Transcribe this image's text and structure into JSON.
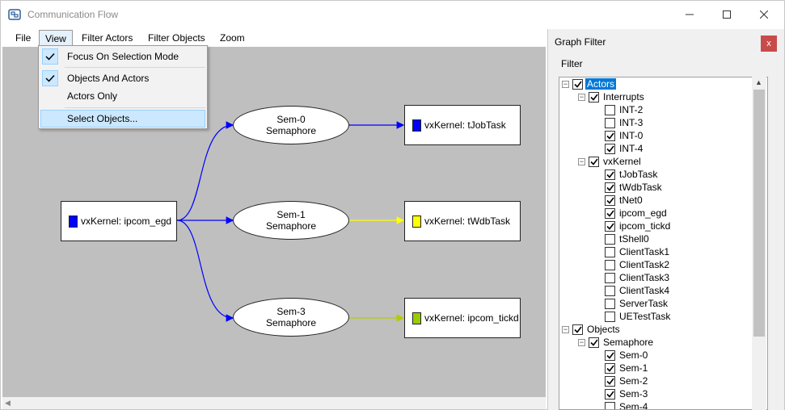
{
  "window": {
    "title": "Communication Flow"
  },
  "menu": {
    "items": [
      {
        "label": "File"
      },
      {
        "label": "View"
      },
      {
        "label": "Filter Actors"
      },
      {
        "label": "Filter Objects"
      },
      {
        "label": "Zoom"
      }
    ]
  },
  "view_menu": {
    "items": [
      {
        "label": "Focus On Selection Mode",
        "checked": true
      },
      {
        "label": "Objects And Actors",
        "checked": true
      },
      {
        "label": "Actors Only",
        "checked": false
      },
      {
        "label": "Select Objects...",
        "checked": false,
        "highlighted": true
      }
    ]
  },
  "graph": {
    "source": {
      "label": "vxKernel: ipcom_egd",
      "color": "#0000ff"
    },
    "objects": [
      {
        "name": "Sem-0",
        "type": "Semaphore"
      },
      {
        "name": "Sem-1",
        "type": "Semaphore"
      },
      {
        "name": "Sem-3",
        "type": "Semaphore"
      }
    ],
    "targets": [
      {
        "label": "vxKernel: tJobTask",
        "color": "#0000ff"
      },
      {
        "label": "vxKernel: tWdbTask",
        "color": "#ffff00"
      },
      {
        "label": "vxKernel: ipcom_tickd",
        "color": "#99cc00"
      }
    ],
    "edge_colors": [
      "#0000ff",
      "#ffff00",
      "#b3cc00"
    ]
  },
  "panel": {
    "title": "Graph Filter",
    "close_label": "x",
    "filter_label": "Filter"
  },
  "tree": [
    {
      "label": "Actors",
      "level": 0,
      "checked": true,
      "expanded": true,
      "selected": true
    },
    {
      "label": "Interrupts",
      "level": 1,
      "checked": true,
      "expanded": true
    },
    {
      "label": "INT-2",
      "level": 2,
      "checked": false
    },
    {
      "label": "INT-3",
      "level": 2,
      "checked": false
    },
    {
      "label": "INT-0",
      "level": 2,
      "checked": true
    },
    {
      "label": "INT-4",
      "level": 2,
      "checked": true
    },
    {
      "label": "vxKernel",
      "level": 1,
      "checked": true,
      "expanded": true
    },
    {
      "label": "tJobTask",
      "level": 2,
      "checked": true
    },
    {
      "label": "tWdbTask",
      "level": 2,
      "checked": true
    },
    {
      "label": "tNet0",
      "level": 2,
      "checked": true
    },
    {
      "label": "ipcom_egd",
      "level": 2,
      "checked": true
    },
    {
      "label": "ipcom_tickd",
      "level": 2,
      "checked": true
    },
    {
      "label": "tShell0",
      "level": 2,
      "checked": false
    },
    {
      "label": "ClientTask1",
      "level": 2,
      "checked": false
    },
    {
      "label": "ClientTask2",
      "level": 2,
      "checked": false
    },
    {
      "label": "ClientTask3",
      "level": 2,
      "checked": false
    },
    {
      "label": "ClientTask4",
      "level": 2,
      "checked": false
    },
    {
      "label": "ServerTask",
      "level": 2,
      "checked": false
    },
    {
      "label": "UETestTask",
      "level": 2,
      "checked": false
    },
    {
      "label": "Objects",
      "level": 0,
      "checked": true,
      "expanded": true
    },
    {
      "label": "Semaphore",
      "level": 1,
      "checked": true,
      "expanded": true
    },
    {
      "label": "Sem-0",
      "level": 2,
      "checked": true
    },
    {
      "label": "Sem-1",
      "level": 2,
      "checked": true
    },
    {
      "label": "Sem-2",
      "level": 2,
      "checked": true
    },
    {
      "label": "Sem-3",
      "level": 2,
      "checked": true
    },
    {
      "label": "Sem-4",
      "level": 2,
      "checked": false
    }
  ]
}
